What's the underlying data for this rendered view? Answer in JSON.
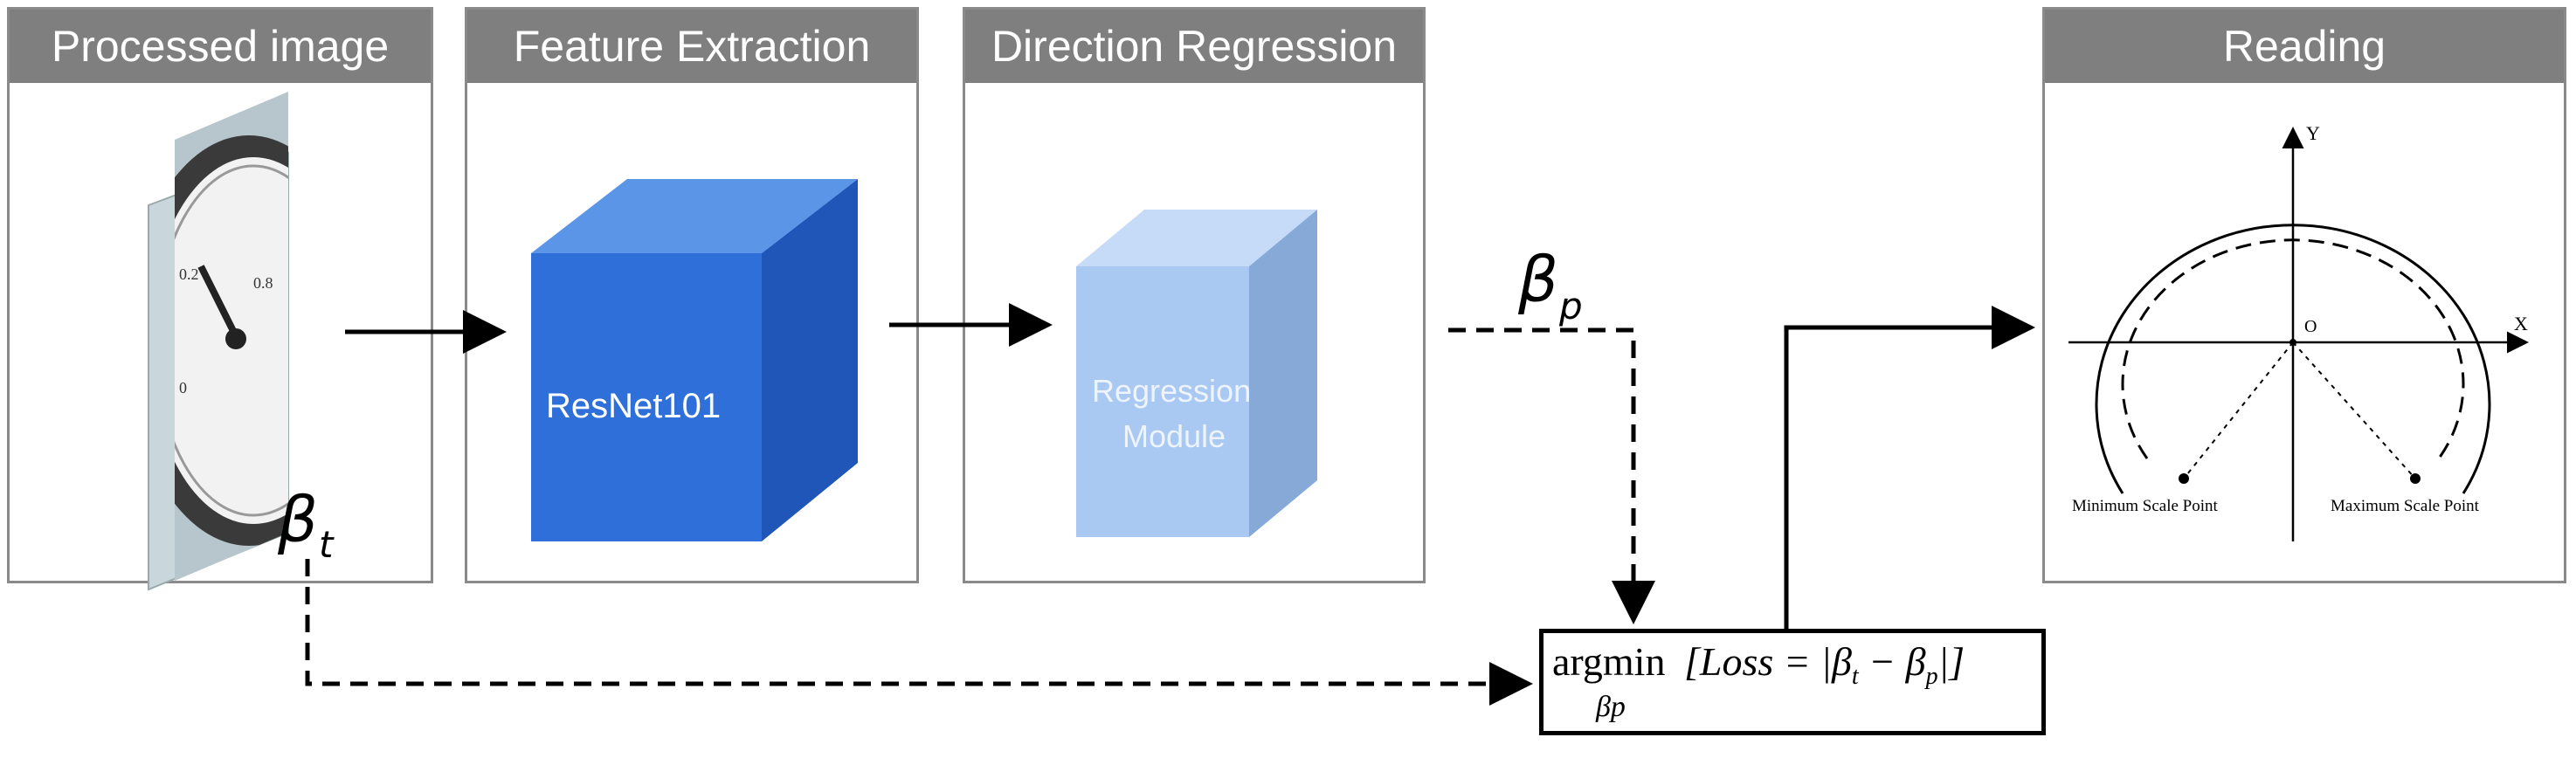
{
  "panels": {
    "processed_image": {
      "header": "Processed image"
    },
    "feature_extraction": {
      "header": "Feature Extraction",
      "cube_label": "ResNet101"
    },
    "direction_regression": {
      "header": "Direction Regression",
      "cube_label_line1": "Regression",
      "cube_label_line2": "Module"
    },
    "reading": {
      "header": "Reading",
      "axis_x": "X",
      "axis_y": "Y",
      "origin": "O",
      "min_label": "Minimum Scale Point",
      "max_label": "Maximum Scale Point"
    }
  },
  "symbols": {
    "beta_t": "β",
    "beta_t_sub": "t",
    "beta_p": "β",
    "beta_p_sub": "p"
  },
  "loss": {
    "argmin": "argmin",
    "expression": "[Loss = |β",
    "sub_t": "t",
    "minus": " − β",
    "sub_p": "p",
    "close": "|]",
    "under": "βp"
  },
  "colors": {
    "header_gray": "#7f7f7f",
    "resnet_front": "#2f6fd9",
    "resnet_top": "#5b95e8",
    "resnet_side": "#1f56b8",
    "regression_front": "#a9c8f2",
    "regression_top": "#c5dbf7",
    "regression_side": "#86a9d8"
  }
}
